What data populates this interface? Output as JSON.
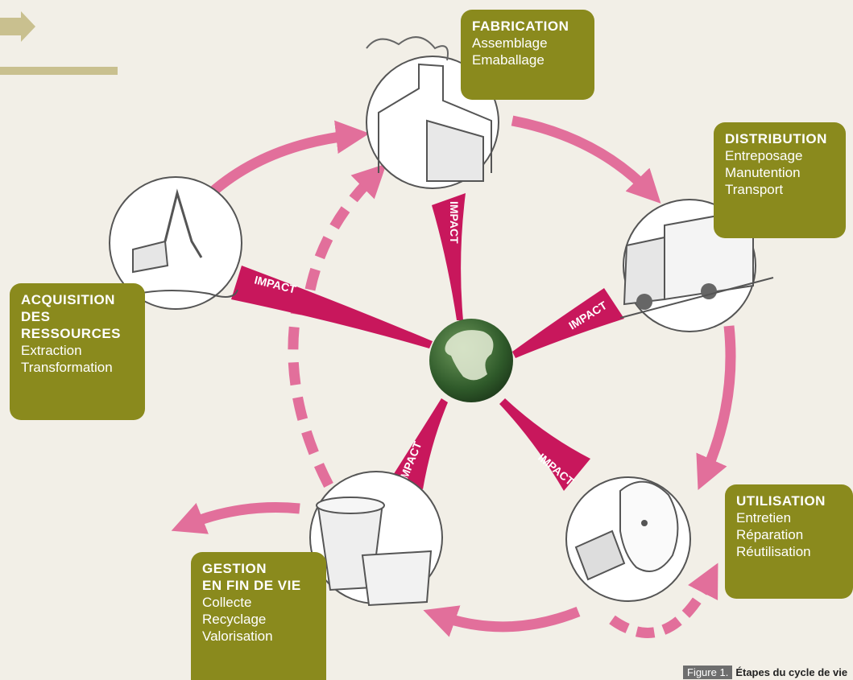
{
  "stages": {
    "fabrication": {
      "title": "FABRICATION",
      "items": [
        "Assemblage",
        "Emaballage"
      ]
    },
    "distribution": {
      "title": "DISTRIBUTION",
      "items": [
        "Entreposage",
        "Manutention",
        "Transport"
      ]
    },
    "utilisation": {
      "title": "UTILISATION",
      "items": [
        "Entretien",
        "Réparation",
        "Réutilisation"
      ]
    },
    "gestion": {
      "title_lines": [
        "GESTION",
        "EN FIN DE VIE"
      ],
      "items": [
        "Collecte",
        "Recyclage",
        "Valorisation"
      ]
    },
    "acquisition": {
      "title_lines": [
        "ACQUISITION",
        "DES",
        "RESSOURCES"
      ],
      "items": [
        "Extraction",
        "Transformation"
      ]
    }
  },
  "impact_label": "IMPACT",
  "caption": {
    "label": "Figure 1.",
    "text": "Étapes du cycle de vie"
  },
  "colors": {
    "background": "#f2efe7",
    "box": "#8a8a1d",
    "impact": "#c8175c",
    "arrow": "#e26f9b",
    "header_arrow": "#c9c08f",
    "globe": "#2f5a2a"
  },
  "icons": {
    "header": "arrow-right-icon",
    "fabrication": "factory-icon",
    "distribution": "truck-icon",
    "utilisation": "person-icon",
    "gestion": "trash-bin-icon",
    "acquisition": "excavator-icon",
    "center": "globe-icon"
  }
}
